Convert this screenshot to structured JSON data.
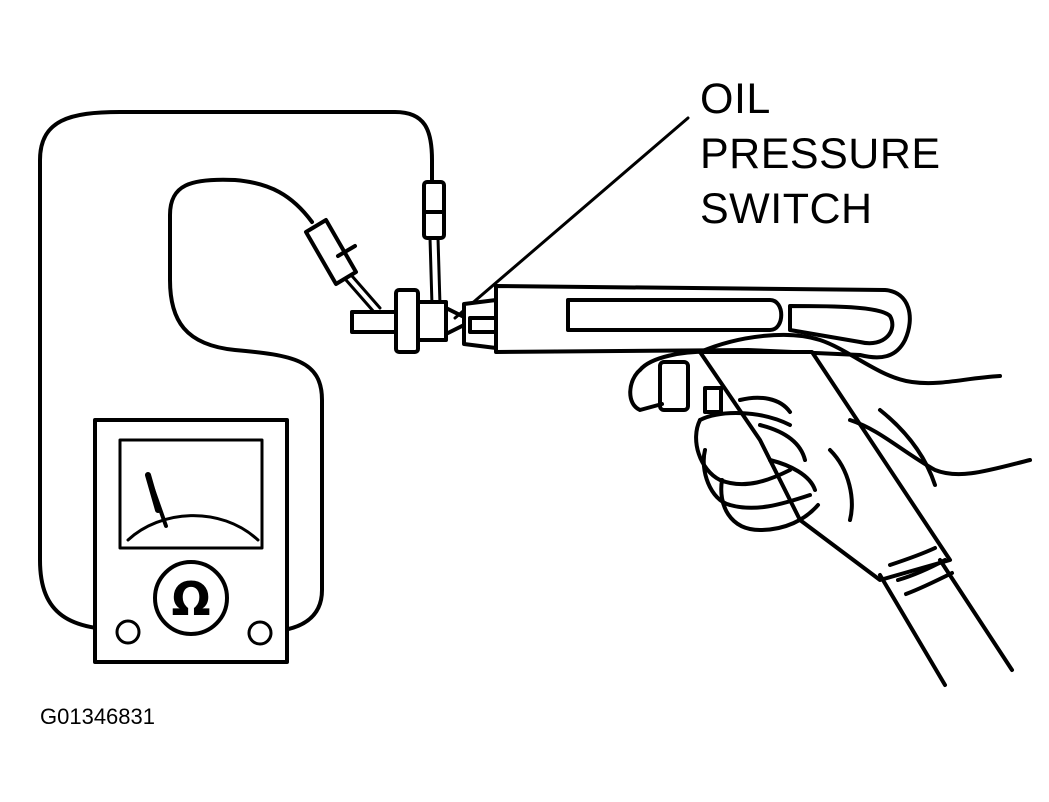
{
  "callout": {
    "line1": "OIL",
    "line2": "PRESSURE",
    "line3": "SWITCH"
  },
  "figure_id": "G01346831",
  "meter": {
    "symbol": "Ω",
    "icon": "ohmmeter-icon"
  },
  "colors": {
    "ink": "#000000",
    "paper": "#ffffff"
  }
}
